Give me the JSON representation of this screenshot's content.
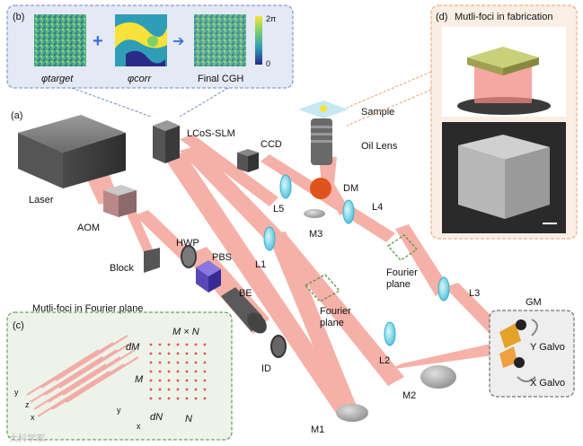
{
  "panels": {
    "a": "(a)",
    "b": "(b)",
    "c": "(c)",
    "d": "(d)"
  },
  "panel_b": {
    "phi_target": "φtarget",
    "phi_corr": "φcorr",
    "final": "Final CGH",
    "plus": "+",
    "arrow": "➔",
    "colorbar_max": "2π",
    "colorbar_min": "0"
  },
  "panel_c": {
    "title": "Mutli-foci in Fourier plane",
    "dM": "dM",
    "dN": "dN",
    "MxN": "M × N",
    "M": "M",
    "N": "N",
    "axis_x": "x",
    "axis_y": "y",
    "axis_z": "z"
  },
  "panel_d": {
    "title": "Mutli-foci in fabrication"
  },
  "components": {
    "laser": "Laser",
    "aom": "AOM",
    "block": "Block",
    "hwp": "HWP",
    "pbs": "PBS",
    "be": "BE",
    "id": "ID",
    "m1": "M1",
    "m2": "M2",
    "m3": "M3",
    "lcos": "LCoS-SLM",
    "l1": "L1",
    "l2": "L2",
    "l3": "L3",
    "l4": "L4",
    "l5": "L5",
    "ccd": "CCD",
    "dm": "DM",
    "sample": "Sample",
    "oil_lens": "Oil Lens",
    "fourier1": "Fourier\nplane",
    "fourier2": "Fourier\nplane",
    "gm": "GM",
    "y_galvo": "Y Galvo",
    "x_galvo": "X Galvo"
  },
  "watermark": "大科学家",
  "colors": {
    "beam": "#f4a49a",
    "lens": "#7fd8e8",
    "dash_blue": "#6b86c4",
    "dash_orange": "#e8a070",
    "dash_green": "#4e8a3a",
    "mirror": "#b8b8b8"
  }
}
